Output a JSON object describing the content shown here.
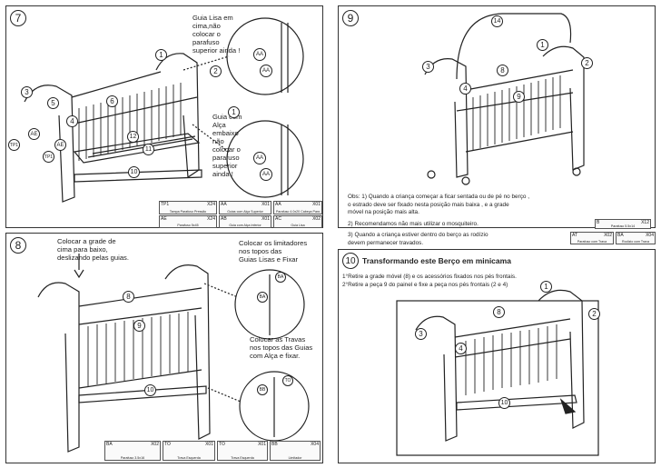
{
  "panel7": {
    "step": "7",
    "note_top": [
      "Guia Lisa em",
      "cima,não",
      "colocar o",
      "parafuso",
      "superior ainda !"
    ],
    "note_bottom": [
      "Guia com",
      "Alça",
      "embaixo",
      "não",
      "colocar o",
      "parafuso",
      "superior",
      "ainda !"
    ],
    "parts": [
      {
        "code": "TP1",
        "qty": "X24",
        "caption": "Tampa Parafuso Pressão"
      },
      {
        "code": "AA",
        "qty": "X01",
        "caption": "Guias com Alça Superior"
      },
      {
        "code": "AA",
        "qty": "X01",
        "caption": "Parafuso 4.0x20 Cabeça Panela"
      },
      {
        "code": "AE",
        "qty": "X24",
        "caption": "Parafuso 5x45"
      },
      {
        "code": "AB",
        "qty": "X01",
        "caption": "Guia com Alça Inferior"
      },
      {
        "code": "AC",
        "qty": "X02",
        "caption": "Guia Lisa"
      }
    ],
    "callouts": [
      "1",
      "2",
      "3",
      "5",
      "6",
      "4",
      "AE",
      "TP1",
      "AE",
      "TP1",
      "12",
      "11",
      "10",
      "1",
      "AA",
      "AA",
      "AA",
      "AA"
    ]
  },
  "panel9": {
    "step": "9",
    "callouts": [
      "14",
      "1",
      "2",
      "3",
      "8",
      "4",
      "9"
    ],
    "obs": [
      "Obs: 1) Quando a criança começar a ficar sentada ou de pé no berço ,",
      "o estrado deve ser fixado nesta posição mais baixa , e a grade",
      "móvel  na posição mais alta.",
      "2) Recomendamos não mais utilizar o mosquiteiro.",
      "3) Quando a criança estiver dentro do berço as rodízio",
      "devem permanecer travados."
    ],
    "parts": [
      {
        "code": "B",
        "qty": "X12",
        "caption": "Parafuso 5.5x14"
      },
      {
        "code": "AT",
        "qty": "X02",
        "caption": "Parafuso com Trava"
      },
      {
        "code": "BA",
        "qty": "X04",
        "caption": "Rodízio com Trava"
      }
    ]
  },
  "panel8": {
    "step": "8",
    "note_left": [
      "Colocar a grade de",
      "cima para baixo,",
      "deslizando pelas guias."
    ],
    "note_right_top": [
      "Colocar os limitadores",
      "nos topos das",
      "Guias Lisas e Fixar"
    ],
    "note_right_bottom": [
      "Colocar as Travas",
      "nos topos das Guias",
      "com Alça e fixar."
    ],
    "callouts": [
      "8",
      "9",
      "10",
      "BA",
      "BA",
      "BB",
      "TO"
    ],
    "parts": [
      {
        "code": "BA",
        "qty": "X02",
        "caption": "Parafuso 3.5x16"
      },
      {
        "code": "TO",
        "qty": "X01",
        "caption": "Trava Esquerda"
      },
      {
        "code": "TO",
        "qty": "X01",
        "caption": "Trava Esquerda"
      },
      {
        "code": "BB",
        "qty": "X04",
        "caption": "Limitador"
      }
    ]
  },
  "panel10": {
    "step": "10",
    "title": "Transformando este Berço em minicama",
    "instructions": [
      "1°Retire a grade móvel (8) e os acessórios fixados nos pés frontais.",
      "2°Retire a peça 9 do painel e fixe a peça nos pés frontais (2 e 4)"
    ],
    "callouts": [
      "1",
      "2",
      "3",
      "8",
      "4",
      "10"
    ]
  }
}
